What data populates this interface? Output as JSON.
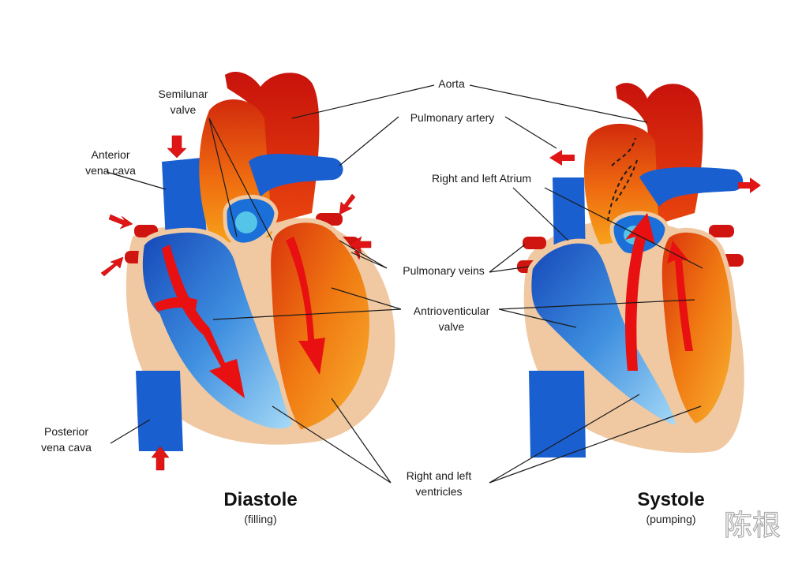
{
  "diagram": {
    "labels": {
      "aorta": "Aorta",
      "pulmonary_artery": "Pulmonary artery",
      "semilunar_1": "Semilunar",
      "semilunar_2": "valve",
      "anterior_1": "Anterior",
      "anterior_2": "vena cava",
      "atrium": "Right and left Atrium",
      "pulmonary_veins": "Pulmonary veins",
      "av_1": "Antrioventicular",
      "av_2": "valve",
      "posterior_1": "Posterior",
      "posterior_2": "vena cava",
      "ventricles_1": "Right and left",
      "ventricles_2": "ventricles"
    },
    "diastole": {
      "title": "Diastole",
      "subtitle": "(filling)"
    },
    "systole": {
      "title": "Systole",
      "subtitle": "(pumping)"
    },
    "watermark": "陈根",
    "colors": {
      "deoxygenated": "#1a5fd0",
      "deoxygenated_light": "#6fb8ef",
      "oxygenated": "#c61a10",
      "oxygenated_orange": "#f07a12",
      "tissue": "#f0c9a2",
      "flow_arrow": "#e81010"
    }
  }
}
